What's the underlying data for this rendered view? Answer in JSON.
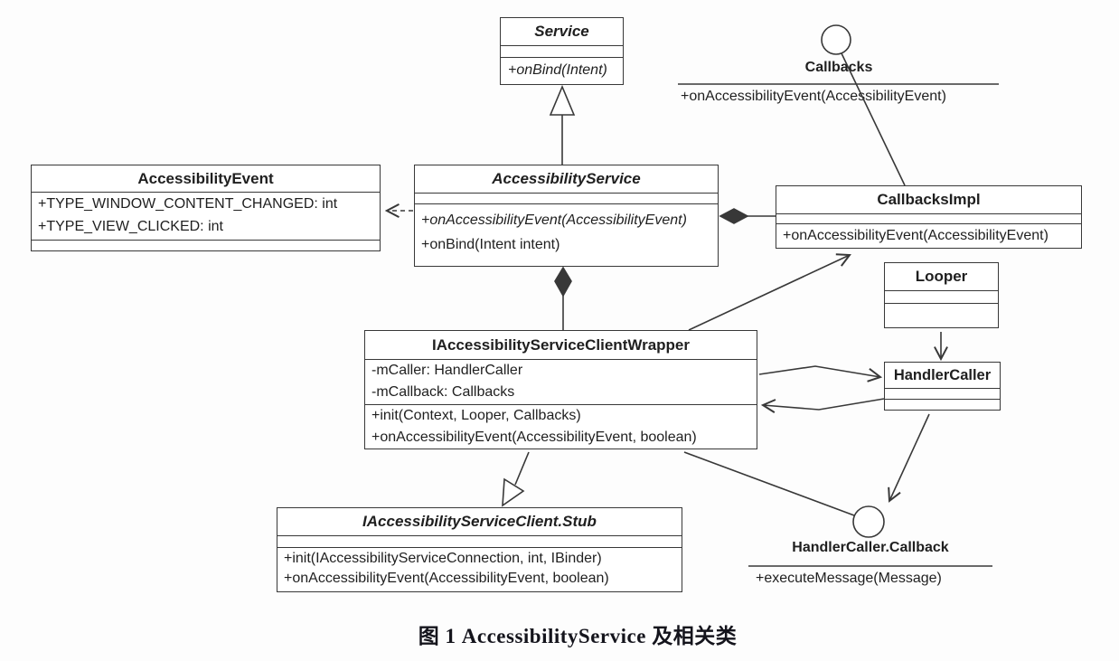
{
  "diagram_title": "图 1  AccessibilityService 及相关类",
  "classes": {
    "service": {
      "title": "Service",
      "methods": [
        "+onBind(Intent)"
      ]
    },
    "accessibility_event": {
      "title": "AccessibilityEvent",
      "attributes": [
        "+TYPE_WINDOW_CONTENT_CHANGED: int",
        "+TYPE_VIEW_CLICKED: int"
      ]
    },
    "accessibility_service": {
      "title": "AccessibilityService",
      "methods": [
        "+onAccessibilityEvent(AccessibilityEvent)",
        "+onBind(Intent intent)"
      ]
    },
    "callbacks_impl": {
      "title": "CallbacksImpl",
      "methods": [
        "+onAccessibilityEvent(AccessibilityEvent)"
      ]
    },
    "looper": {
      "title": "Looper"
    },
    "iaccessibility_service_client_wrapper": {
      "title": "IAccessibilityServiceClientWrapper",
      "attributes": [
        "-mCaller: HandlerCaller",
        "-mCallback: Callbacks"
      ],
      "methods": [
        "+init(Context, Looper, Callbacks)",
        "+onAccessibilityEvent(AccessibilityEvent, boolean)"
      ]
    },
    "handler_caller": {
      "title": "HandlerCaller"
    },
    "iaccessibility_service_client_stub": {
      "title": "IAccessibilityServiceClient.Stub",
      "methods": [
        "+init(IAccessibilityServiceConnection, int, IBinder)",
        "+onAccessibilityEvent(AccessibilityEvent, boolean)"
      ]
    }
  },
  "interfaces": {
    "callbacks": {
      "title": "Callbacks",
      "methods": [
        "+onAccessibilityEvent(AccessibilityEvent)"
      ]
    },
    "handler_caller_callback": {
      "title": "HandlerCaller.Callback",
      "methods": [
        "+executeMessage(Message)"
      ]
    }
  },
  "colors": {
    "line": "#383838",
    "text": "#1f1f1f",
    "box_background": "#ffffff",
    "page_background": "#fdfdfd"
  }
}
